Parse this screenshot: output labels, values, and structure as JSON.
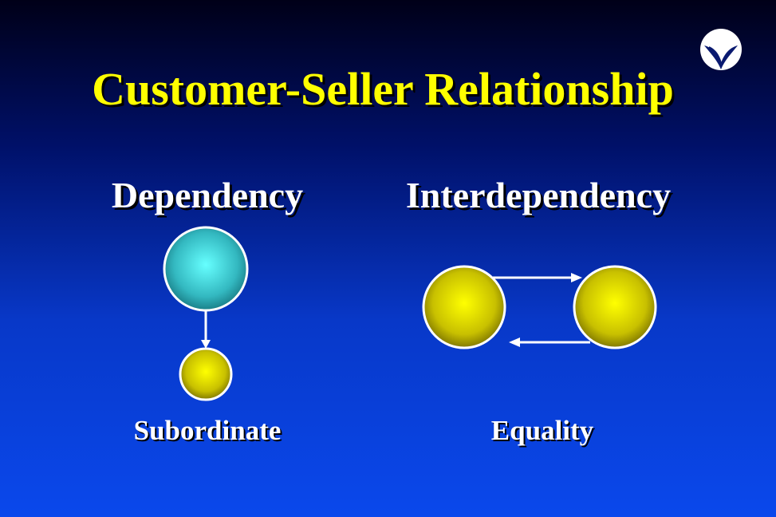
{
  "slide": {
    "title": "Customer-Seller Relationship",
    "left": {
      "heading": "Dependency",
      "caption": "Subordinate"
    },
    "right": {
      "heading": "Interdependency",
      "caption": "Equality"
    }
  },
  "colors": {
    "title": "#ffff00",
    "text": "#ffffff",
    "circle_cyan": "#66ffff",
    "circle_yellow": "#ffff00",
    "outline": "#ffffff"
  },
  "icons": {
    "logo": "leaf-logo-icon"
  }
}
